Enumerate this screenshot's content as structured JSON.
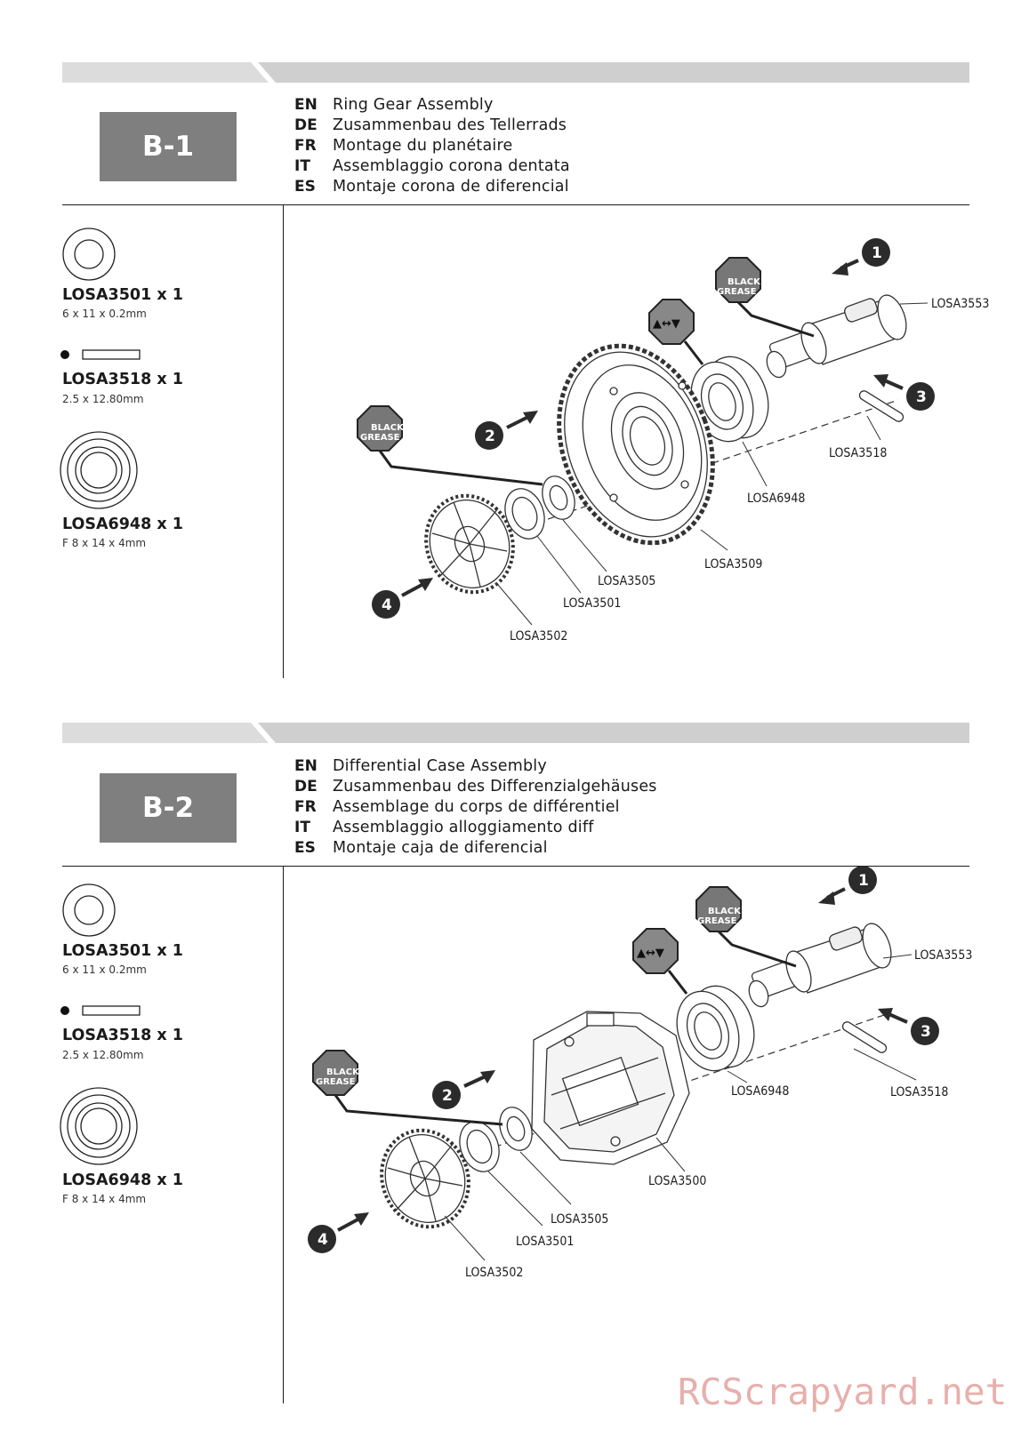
{
  "sections": [
    {
      "step": "B-1",
      "languages": [
        {
          "code": "EN",
          "text": "Ring Gear Assembly"
        },
        {
          "code": "DE",
          "text": "Zusammenbau des Tellerrads"
        },
        {
          "code": "FR",
          "text": "Montage du planétaire"
        },
        {
          "code": "IT",
          "text": "Assemblaggio corona dentata"
        },
        {
          "code": "ES",
          "text": "Montaje corona de diferencial"
        }
      ],
      "parts": [
        {
          "name": "LOSA3501 x 1",
          "dim": "6 x 11 x 0.2mm"
        },
        {
          "name": "LOSA3518 x 1",
          "dim": "2.5 x 12.80mm"
        },
        {
          "name": "LOSA6948 x 1",
          "dim": "F 8 x 14 x 4mm"
        }
      ],
      "labels": {
        "l3553": "LOSA3553",
        "l3518": "LOSA3518",
        "l6948": "LOSA6948",
        "l3509": "LOSA3509",
        "l3505": "LOSA3505",
        "l3501": "LOSA3501",
        "l3502": "LOSA3502"
      },
      "steps": [
        "1",
        "2",
        "3",
        "4"
      ],
      "grease": [
        "BLACK",
        "GREASE"
      ]
    },
    {
      "step": "B-2",
      "languages": [
        {
          "code": "EN",
          "text": "Differential Case Assembly"
        },
        {
          "code": "DE",
          "text": "Zusammenbau des Differenzialgehäuses"
        },
        {
          "code": "FR",
          "text": "Assemblage du corps de différentiel"
        },
        {
          "code": "IT",
          "text": "Assemblaggio alloggiamento diff"
        },
        {
          "code": "ES",
          "text": "Montaje caja de diferencial"
        }
      ],
      "parts": [
        {
          "name": "LOSA3501 x 1",
          "dim": "6 x 11 x 0.2mm"
        },
        {
          "name": "LOSA3518 x 1",
          "dim": "2.5 x 12.80mm"
        },
        {
          "name": "LOSA6948 x 1",
          "dim": "F 8 x 14 x 4mm"
        }
      ],
      "labels": {
        "l3553": "LOSA3553",
        "l3518": "LOSA3518",
        "l6948": "LOSA6948",
        "l3500": "LOSA3500",
        "l3505": "LOSA3505",
        "l3501": "LOSA3501",
        "l3502": "LOSA3502"
      },
      "steps": [
        "1",
        "2",
        "3",
        "4"
      ],
      "grease": [
        "BLACK",
        "GREASE"
      ]
    }
  ],
  "watermark": "RCScrapyard.net"
}
